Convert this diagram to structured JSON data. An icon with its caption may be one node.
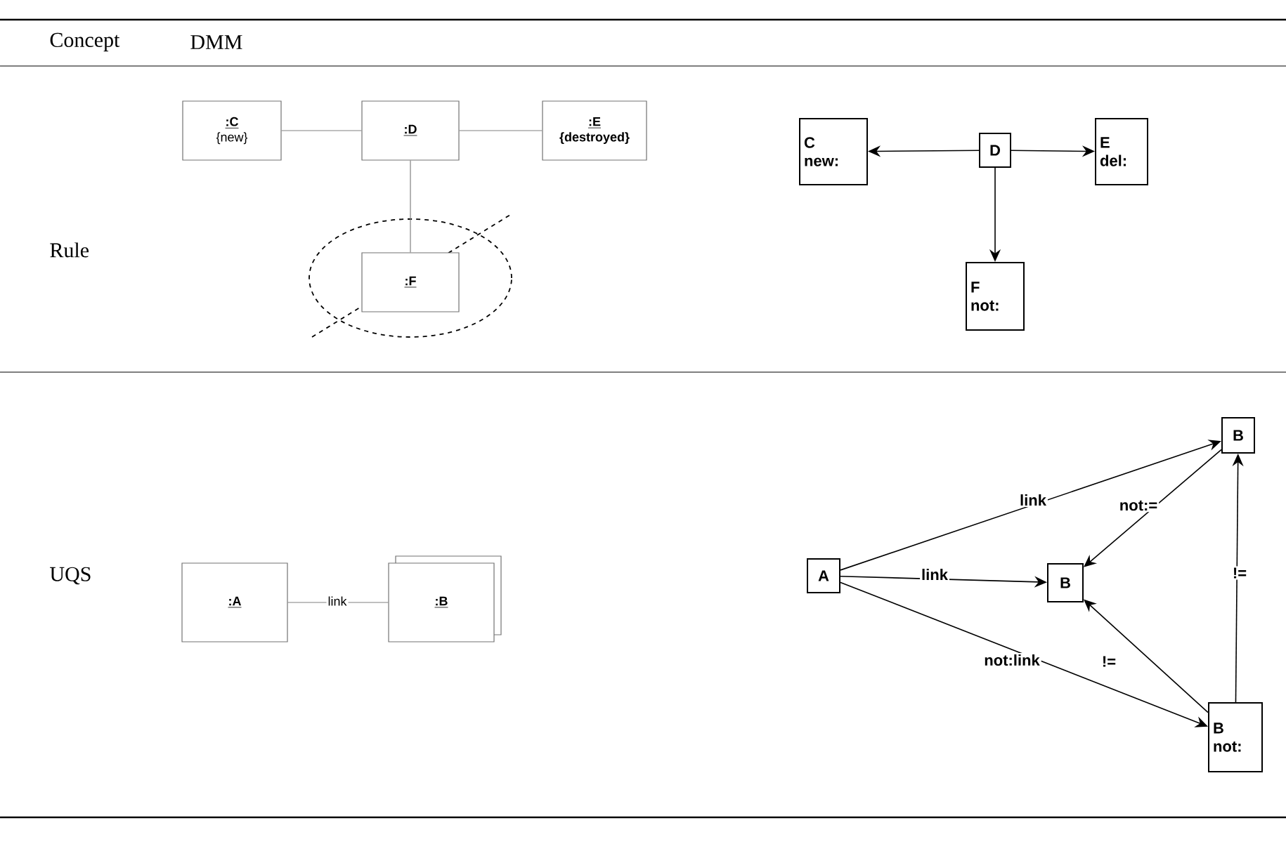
{
  "diagram": {
    "nodes": [
      {
        "text": [
          ":C",
          "{new}"
        ]
      },
      {
        "text": [
          ":D"
        ]
      },
      {
        "text": [
          ":E",
          "{destroyed}"
        ]
      },
      {
        "text": [
          "C",
          "new:"
        ]
      },
      {
        "text": [
          "D"
        ]
      },
      {
        "text": [
          "E",
          "del:"
        ]
      },
      {
        "text": [],
        "shape": "ellipse"
      },
      {
        "text": [
          ":F"
        ],
        "in": 6
      },
      {
        "text": [
          "F",
          "not:"
        ]
      },
      {
        "text": [
          "B"
        ]
      },
      {
        "text": [
          ":A"
        ]
      },
      {
        "text": [
          ":B"
        ]
      },
      {
        "text": [
          "A"
        ]
      },
      {
        "text": [
          "B"
        ]
      },
      {
        "text": [
          "B",
          "not:"
        ]
      }
    ],
    "edges": [
      {
        "from": 0,
        "to": 1,
        "arrow": "none",
        "color": "#808080"
      },
      {
        "from": 1,
        "to": 2,
        "arrow": "none",
        "color": "#808080"
      },
      {
        "from": 1,
        "to": 7,
        "arrow": "none",
        "color": "#808080"
      },
      {
        "from": 4,
        "to": 3,
        "arrow": "to"
      },
      {
        "from": 4,
        "to": 5,
        "arrow": "to"
      },
      {
        "from": 4,
        "to": 8,
        "arrow": "to"
      },
      {
        "from": 10,
        "to": 11,
        "arrow": "none",
        "label": "link",
        "color": "#808080"
      },
      {
        "from": 12,
        "to": 9,
        "arrow": "to",
        "label": "link"
      },
      {
        "from": 12,
        "to": 13,
        "arrow": "to",
        "label": "link"
      },
      {
        "from": 12,
        "to": 14,
        "arrow": "to",
        "label": "not:link"
      },
      {
        "from": 9,
        "to": 13,
        "arrow": "to",
        "label": "not:="
      },
      {
        "from": 14,
        "to": 13,
        "arrow": "to",
        "label": "!="
      },
      {
        "from": 14,
        "to": 9,
        "arrow": "to",
        "label": "!="
      }
    ],
    "labels": [
      "Concept",
      "DMM",
      "Rule",
      "UQS"
    ]
  }
}
